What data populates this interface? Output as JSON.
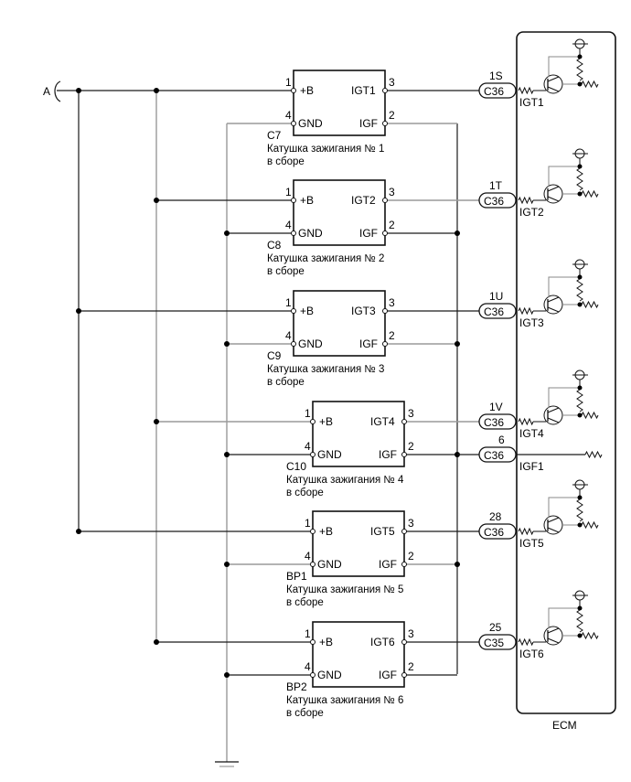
{
  "source_label": "A",
  "ground_symbol": "ground-icon",
  "ecm": {
    "label": "ECM",
    "outputs": [
      {
        "connector": "C36",
        "pin": "1S",
        "signal": "IGT1"
      },
      {
        "connector": "C36",
        "pin": "1T",
        "signal": "IGT2"
      },
      {
        "connector": "C36",
        "pin": "1U",
        "signal": "IGT3"
      },
      {
        "connector": "C36",
        "pin": "1V",
        "signal": "IGT4"
      },
      {
        "connector": "C36",
        "pin": "28",
        "signal": "IGT5"
      },
      {
        "connector": "C35",
        "pin": "25",
        "signal": "IGT6"
      }
    ],
    "igf_input": {
      "connector": "C36",
      "pin": "6",
      "signal": "IGF1"
    }
  },
  "coils": [
    {
      "id": "C7",
      "name": "Катушка зажигания № 1",
      "sub": "в сборе",
      "pin_b": "1",
      "pin_gnd": "4",
      "pin_igt": "3",
      "pin_igf": "2",
      "label_b": "+B",
      "label_gnd": "GND",
      "label_igt": "IGT1",
      "label_igf": "IGF"
    },
    {
      "id": "C8",
      "name": "Катушка зажигания № 2",
      "sub": "в сборе",
      "pin_b": "1",
      "pin_gnd": "4",
      "pin_igt": "3",
      "pin_igf": "2",
      "label_b": "+B",
      "label_gnd": "GND",
      "label_igt": "IGT2",
      "label_igf": "IGF"
    },
    {
      "id": "C9",
      "name": "Катушка зажигания № 3",
      "sub": "в сборе",
      "pin_b": "1",
      "pin_gnd": "4",
      "pin_igt": "3",
      "pin_igf": "2",
      "label_b": "+B",
      "label_gnd": "GND",
      "label_igt": "IGT3",
      "label_igf": "IGF"
    },
    {
      "id": "C10",
      "name": "Катушка зажигания № 4",
      "sub": "в сборе",
      "pin_b": "1",
      "pin_gnd": "4",
      "pin_igt": "3",
      "pin_igf": "2",
      "label_b": "+B",
      "label_gnd": "GND",
      "label_igt": "IGT4",
      "label_igf": "IGF"
    },
    {
      "id": "BP1",
      "name": "Катушка зажигания № 5",
      "sub": "в сборе",
      "pin_b": "1",
      "pin_gnd": "4",
      "pin_igt": "3",
      "pin_igf": "2",
      "label_b": "+B",
      "label_gnd": "GND",
      "label_igt": "IGT5",
      "label_igf": "IGF"
    },
    {
      "id": "BP2",
      "name": "Катушка зажигания № 6",
      "sub": "в сборе",
      "pin_b": "1",
      "pin_gnd": "4",
      "pin_igt": "3",
      "pin_igf": "2",
      "label_b": "+B",
      "label_gnd": "GND",
      "label_igt": "IGT6",
      "label_igf": "IGF"
    }
  ]
}
